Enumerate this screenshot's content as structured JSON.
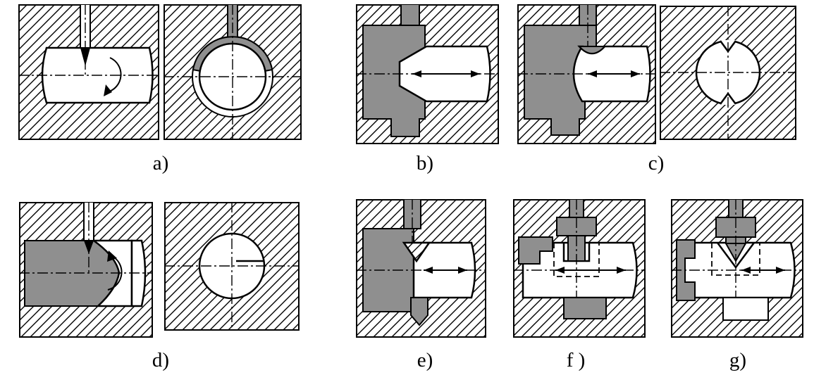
{
  "figure": {
    "background_color": "#ffffff",
    "line_color": "#000000",
    "part_gray": "#8f8f8f",
    "labels": {
      "a": "a)",
      "b": "b)",
      "c": "c)",
      "d": "d)",
      "e": "e)",
      "f": "f )",
      "g": "g)"
    }
  }
}
